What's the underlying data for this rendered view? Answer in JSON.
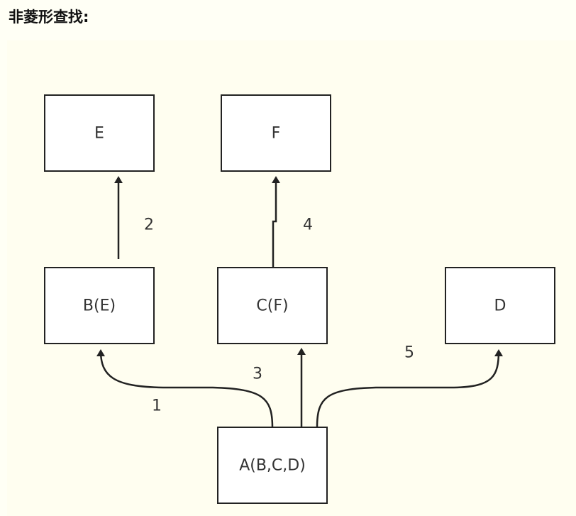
{
  "title": "非菱形查找:",
  "nodes": {
    "E": "E",
    "F": "F",
    "B": "B(E)",
    "C": "C(F)",
    "D": "D",
    "A": "A(B,C,D)"
  },
  "edges": {
    "A_B": "1",
    "B_E": "2",
    "A_C": "3",
    "C_F": "4",
    "A_D": "5"
  }
}
